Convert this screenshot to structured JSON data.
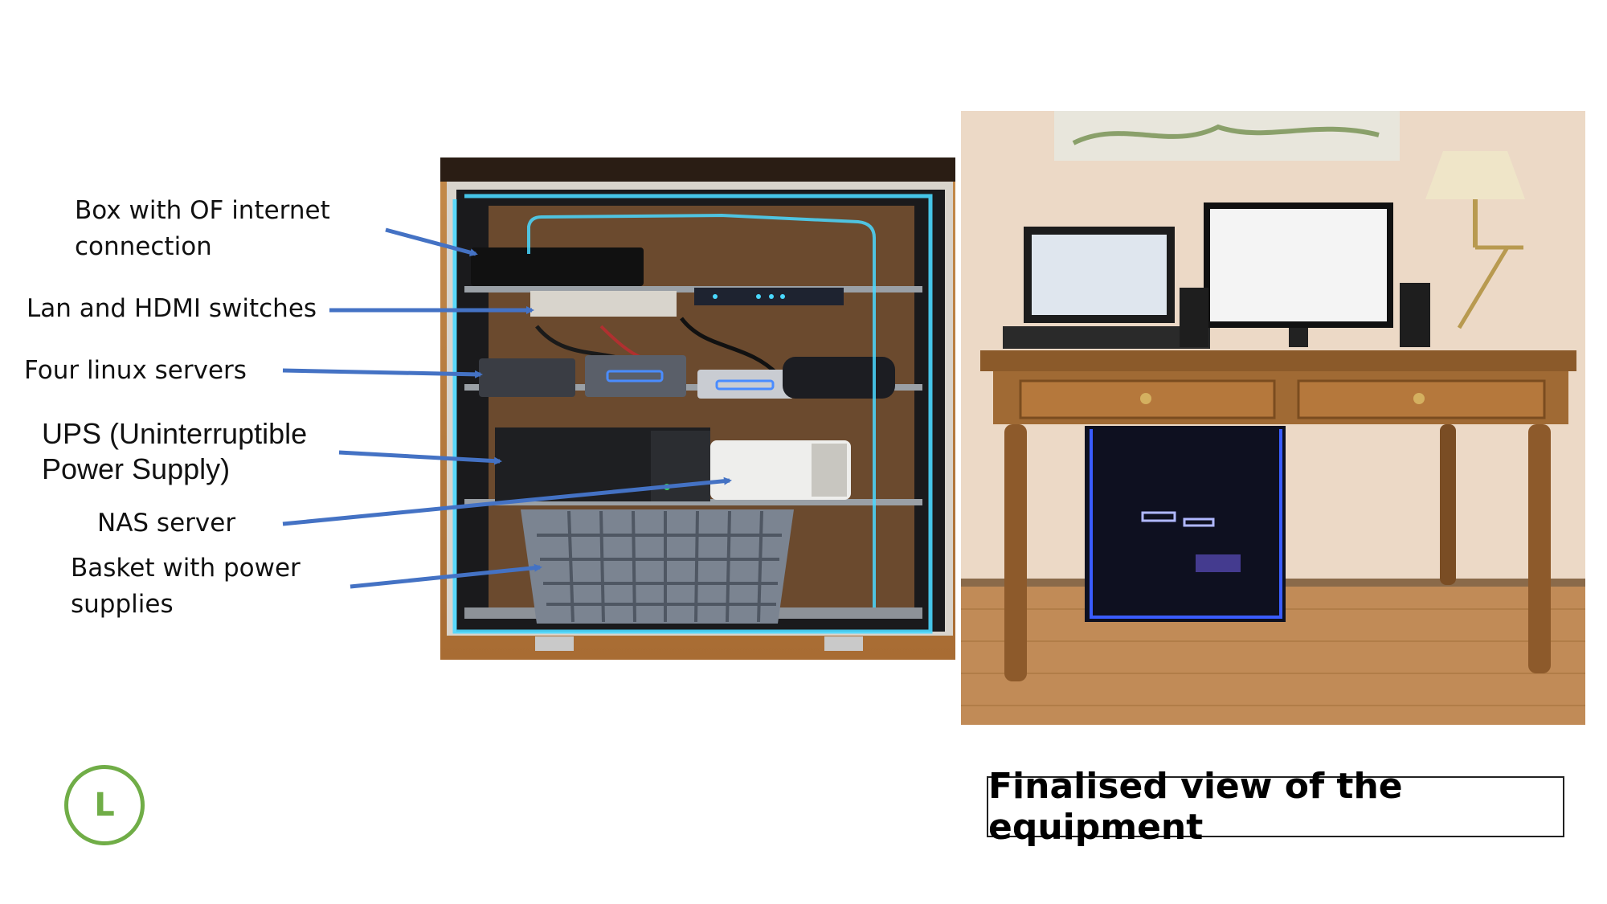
{
  "labels": {
    "box": "Box with OF internet\nconnection",
    "switches": "Lan and HDMI switches",
    "servers": "Four linux servers",
    "ups": "UPS (Uninterruptible\nPower Supply)",
    "nas": "NAS server",
    "basket": "Basket with power\nsupplies"
  },
  "caption": "Finalised view of the equipment",
  "logo_letter": "L",
  "colors": {
    "arrow": "#4472c4",
    "logo": "#70ad47",
    "led": "#4ad8ff"
  }
}
